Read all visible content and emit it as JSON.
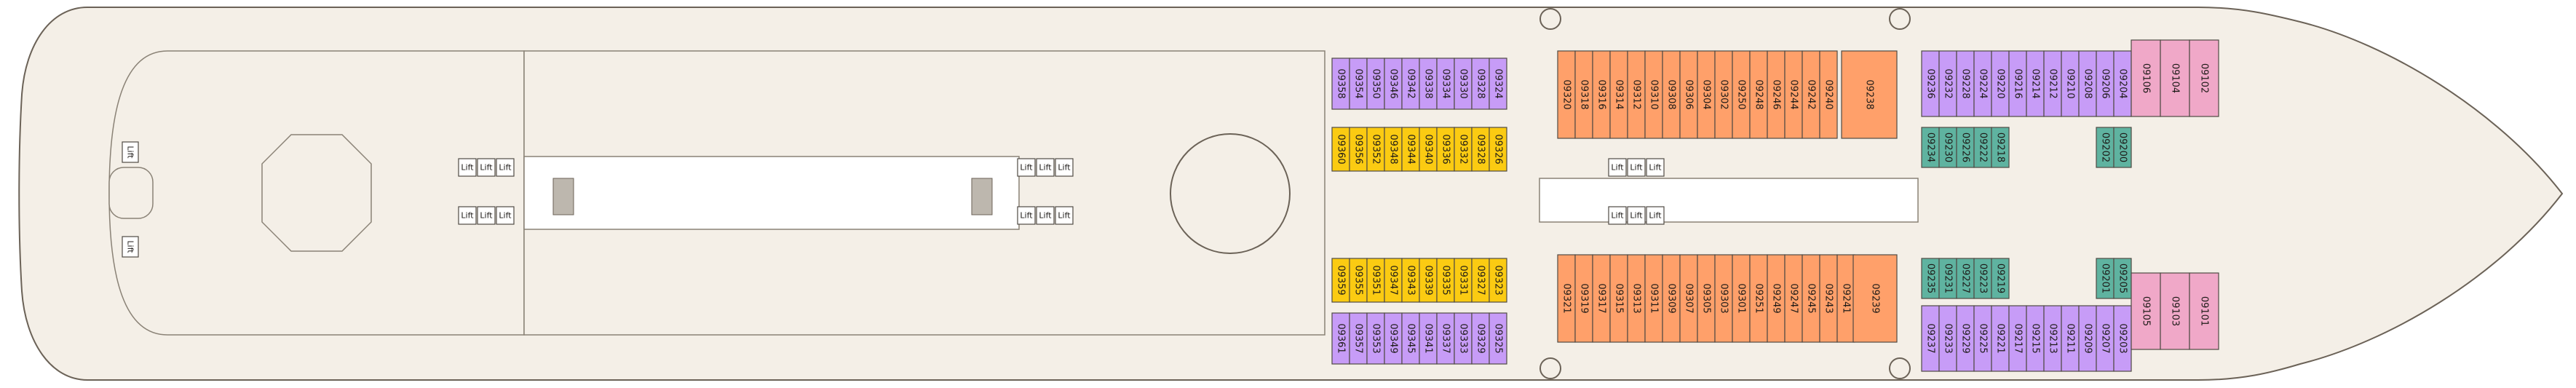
{
  "colors": {
    "hull": "#f4efe7",
    "purple": "#c79cf7",
    "orange": "#ffa06a",
    "yellow": "#fbcb12",
    "teal": "#5fb3a0",
    "pink": "#f0a8c8"
  },
  "lift_label": "Lift",
  "rows": {
    "port_outer_aft": {
      "color": "purple",
      "labels": [
        "09358",
        "09354",
        "09350",
        "09346",
        "09342",
        "09338",
        "09334",
        "09330",
        "09328",
        "09324"
      ]
    },
    "port_inner_aft": {
      "color": "yellow",
      "labels": [
        "09360",
        "09356",
        "09352",
        "09348",
        "09344",
        "09340",
        "09336",
        "09332",
        "09328",
        "09326"
      ]
    },
    "stbd_inner_aft": {
      "color": "yellow",
      "labels": [
        "09359",
        "09355",
        "09351",
        "09347",
        "09343",
        "09339",
        "09335",
        "09331",
        "09327",
        "09323"
      ]
    },
    "stbd_outer_aft": {
      "color": "purple",
      "labels": [
        "09361",
        "09357",
        "09353",
        "09349",
        "09345",
        "09341",
        "09337",
        "09333",
        "09329",
        "09325"
      ]
    },
    "port_orange": {
      "color": "orange",
      "labels": [
        "09320",
        "09318",
        "09316",
        "09314",
        "09312",
        "09310",
        "09308",
        "09306",
        "09304",
        "09302",
        "09250",
        "09248",
        "09246",
        "09244",
        "09242",
        "09240"
      ]
    },
    "port_orange_end": {
      "color": "orange",
      "labels": [
        "09238"
      ]
    },
    "stbd_orange": {
      "color": "orange",
      "labels": [
        "09321",
        "09319",
        "09317",
        "09315",
        "09313",
        "09311",
        "09309",
        "09307",
        "09305",
        "09303",
        "09301",
        "09251",
        "09249",
        "09247",
        "09245",
        "09243",
        "09241"
      ]
    },
    "stbd_orange_end": {
      "color": "orange",
      "labels": [
        "09239"
      ]
    },
    "port_fwd_purple": {
      "color": "purple",
      "labels": [
        "09236",
        "09232",
        "09228",
        "09224",
        "09220",
        "09216",
        "09214",
        "09212",
        "09210",
        "09208",
        "09206",
        "09204"
      ]
    },
    "port_fwd_pink": {
      "color": "pink",
      "labels": [
        "09106",
        "09104",
        "09102"
      ]
    },
    "port_teal": {
      "color": "teal",
      "labels": [
        "09234",
        "09230",
        "09226",
        "09222",
        "09218"
      ]
    },
    "port_teal_fwd": {
      "color": "teal",
      "labels": [
        "09202",
        "09200"
      ]
    },
    "stbd_teal": {
      "color": "teal",
      "labels": [
        "09235",
        "09231",
        "09227",
        "09223",
        "09219"
      ]
    },
    "stbd_teal_fwd": {
      "color": "teal",
      "labels": [
        "09201",
        "09205"
      ]
    },
    "stbd_fwd_purple": {
      "color": "purple",
      "labels": [
        "09237",
        "09233",
        "09229",
        "09225",
        "09221",
        "09217",
        "09215",
        "09213",
        "09211",
        "09209",
        "09207",
        "09203"
      ]
    },
    "stbd_fwd_pink": {
      "color": "pink",
      "labels": [
        "09105",
        "09103",
        "09101"
      ]
    }
  }
}
